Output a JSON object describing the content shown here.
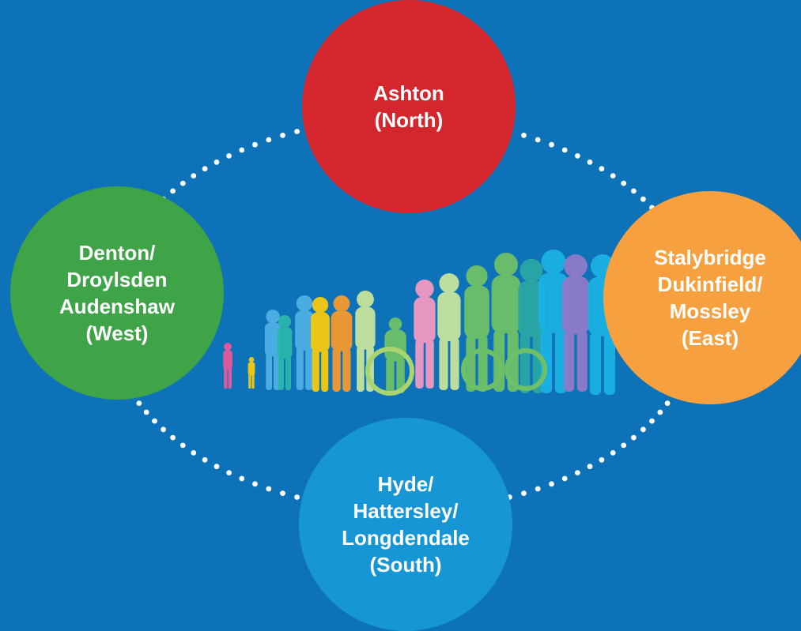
{
  "nodes": {
    "north": {
      "lines": [
        "Ashton",
        "(North)"
      ],
      "color": "#d3262d"
    },
    "west": {
      "lines": [
        "Denton/",
        "Droylsden",
        "Audenshaw",
        "(West)"
      ],
      "color": "#3fa348"
    },
    "east": {
      "lines": [
        "Stalybridge",
        "Dukinfield/",
        "Mossley",
        "(East)"
      ],
      "color": "#f6a03f"
    },
    "south": {
      "lines": [
        "Hyde/",
        "Hattersley/",
        "Longdendale",
        "(South)"
      ],
      "color": "#1696d4"
    }
  },
  "background_color": "#0e72b8",
  "connector_color": "#ffffff",
  "illustration": {
    "name": "community-people-silhouettes",
    "colors": [
      "#e95a9c",
      "#f6c90e",
      "#2bb5ac",
      "#4fb0e4",
      "#f59a2f",
      "#a9d46f",
      "#6dc067",
      "#f19ac3",
      "#2ba7a3",
      "#1bb1e3",
      "#8f7bc7",
      "#c6e39c"
    ]
  }
}
